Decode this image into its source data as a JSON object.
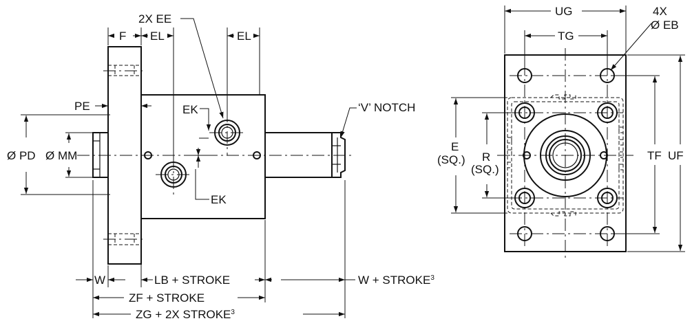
{
  "labels": {
    "ee": "2X EE",
    "f": "F",
    "el_left": "EL",
    "el_right": "EL",
    "pe": "PE",
    "ek_top": "EK",
    "ek_bottom": "EK",
    "v_notch": "‘V’ NOTCH",
    "pd": "Ø PD",
    "mm": "Ø MM",
    "w": "W",
    "lb": "LB + STROKE",
    "w_stroke": "W + STROKE",
    "w_stroke_sup": "3",
    "zf": "ZF + STROKE",
    "zg": "ZG + 2X STROKE",
    "zg_sup": "3",
    "ug": "UG",
    "tg": "TG",
    "eb_count": "4X",
    "eb": "Ø EB",
    "e": "E",
    "e_sq": "(SQ.)",
    "r": "R",
    "r_sq": "(SQ.)",
    "tf": "TF",
    "uf": "UF"
  }
}
